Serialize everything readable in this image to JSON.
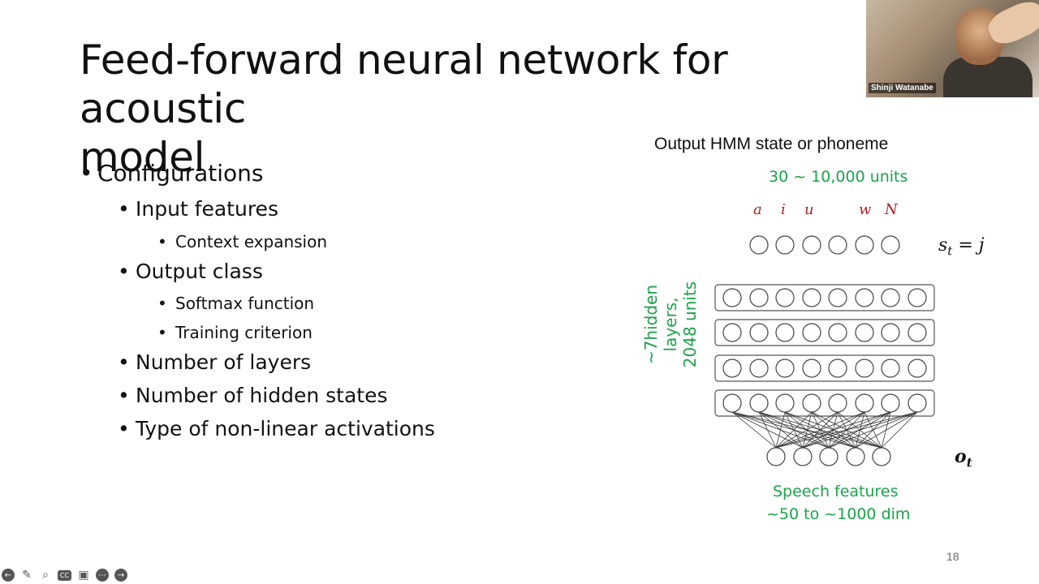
{
  "slide": {
    "title_line1": "Feed-forward neural network for acoustic",
    "title_line2": "model",
    "bullets": [
      {
        "level": 1,
        "text": "Configurations"
      },
      {
        "level": 2,
        "text": "Input features"
      },
      {
        "level": 3,
        "text": "Context expansion"
      },
      {
        "level": 2,
        "text": "Output class"
      },
      {
        "level": 3,
        "text": "Softmax function"
      },
      {
        "level": 3,
        "text": "Training criterion"
      },
      {
        "level": 2,
        "text": "Number of layers"
      },
      {
        "level": 2,
        "text": "Number of hidden states"
      },
      {
        "level": 2,
        "text": "Type of non-linear activations"
      }
    ],
    "page_number": "18"
  },
  "diagram": {
    "output_label": "Output HMM state or phoneme",
    "output_units": "30 ~ 10,000 units",
    "phonemes": [
      "a",
      "i",
      "u",
      "w",
      "N"
    ],
    "state_eq": "s_t = j",
    "state_var": "s",
    "state_sub": "t",
    "state_rhs": " = j",
    "hidden_line1": "~7hidden layers,",
    "hidden_line2": "2048 units",
    "input_line1": "Speech features",
    "input_line2": "~50 to ~1000 dim",
    "obs_var": "o",
    "obs_sub": "t",
    "colors": {
      "green": "#1aa34a",
      "phoneme_red": "#b01e1e"
    }
  },
  "webcam": {
    "name": "Shinji Watanabe"
  },
  "toolbar": {
    "icons": [
      "back-arrow-icon",
      "pen-icon",
      "zoom-icon",
      "captions-icon",
      "video-off-icon",
      "more-icon",
      "forward-arrow-icon"
    ]
  }
}
